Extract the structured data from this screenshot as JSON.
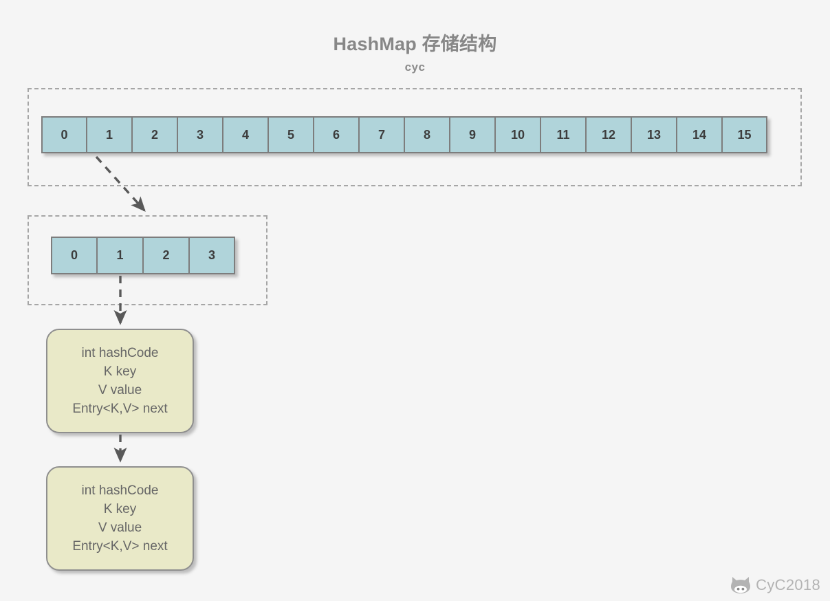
{
  "page": {
    "background_color": "#f5f5f5",
    "title": "HashMap 存储结构",
    "subtitle": "cyc"
  },
  "colors": {
    "cell_fill": "#b0d4da",
    "cell_border": "#7d7d7d",
    "entry_fill": "#e9e9c8",
    "entry_border": "#8f8f8f",
    "dashed_border": "#a6a6a6",
    "arrow": "#595959",
    "title_text": "#878787",
    "entry_text": "#666666",
    "cell_text": "#3d3d3d",
    "watermark_text": "#b3b3b3"
  },
  "bucket_array": {
    "name": "table",
    "cells": [
      "0",
      "1",
      "2",
      "3",
      "4",
      "5",
      "6",
      "7",
      "8",
      "9",
      "10",
      "11",
      "12",
      "13",
      "14",
      "15"
    ]
  },
  "chain_array": {
    "name": "bucket",
    "cells": [
      "0",
      "1",
      "2",
      "3"
    ]
  },
  "entry_nodes": [
    {
      "lines": [
        "int hashCode",
        "K key",
        "V value",
        "Entry<K,V> next"
      ]
    },
    {
      "lines": [
        "int hashCode",
        "K key",
        "V value",
        "Entry<K,V> next"
      ]
    }
  ],
  "arrows": [
    {
      "name": "bucket-to-chain-arrow",
      "style": "dashed",
      "from": "bucket-cell-1",
      "to": "chain-array-container"
    },
    {
      "name": "chain-to-entry-arrow",
      "style": "dashed",
      "from": "chain-cell-1",
      "to": "entry-node-1"
    },
    {
      "name": "entry-to-entry-arrow",
      "style": "dashed",
      "from": "entry-node-1",
      "to": "entry-node-2"
    }
  ],
  "watermark": {
    "icon": "cat-face-icon",
    "label": "CyC2018"
  }
}
